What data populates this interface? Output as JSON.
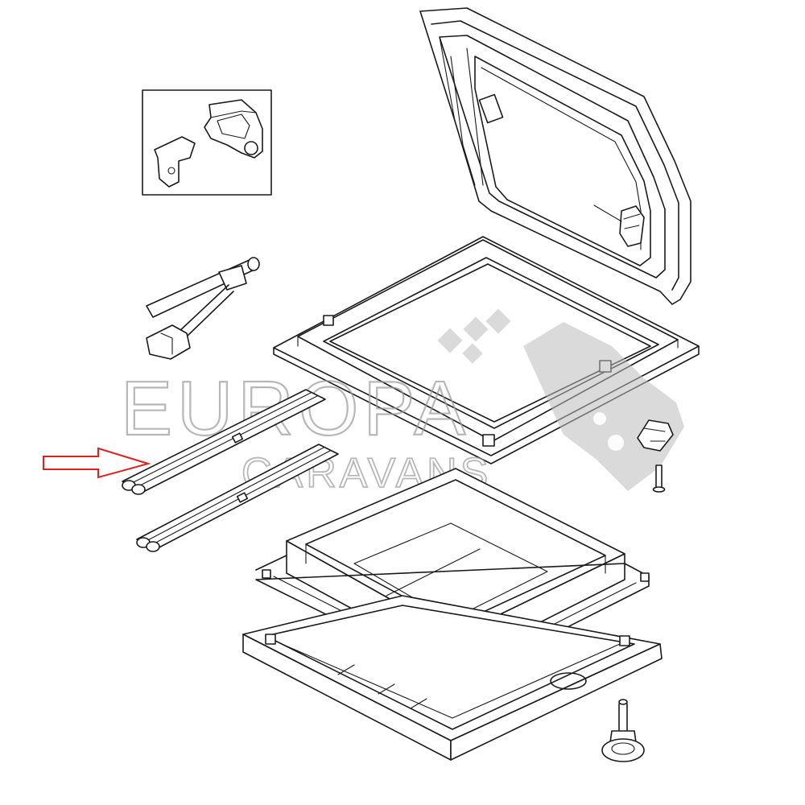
{
  "diagram": {
    "type": "exploded parts diagram",
    "watermark": {
      "line1": "EUROPA",
      "line2": "CARAVANS"
    },
    "colors": {
      "line": "#1a1a1a",
      "highlight_arrow": "#e02020",
      "watermark": "#9a9a9a"
    }
  }
}
